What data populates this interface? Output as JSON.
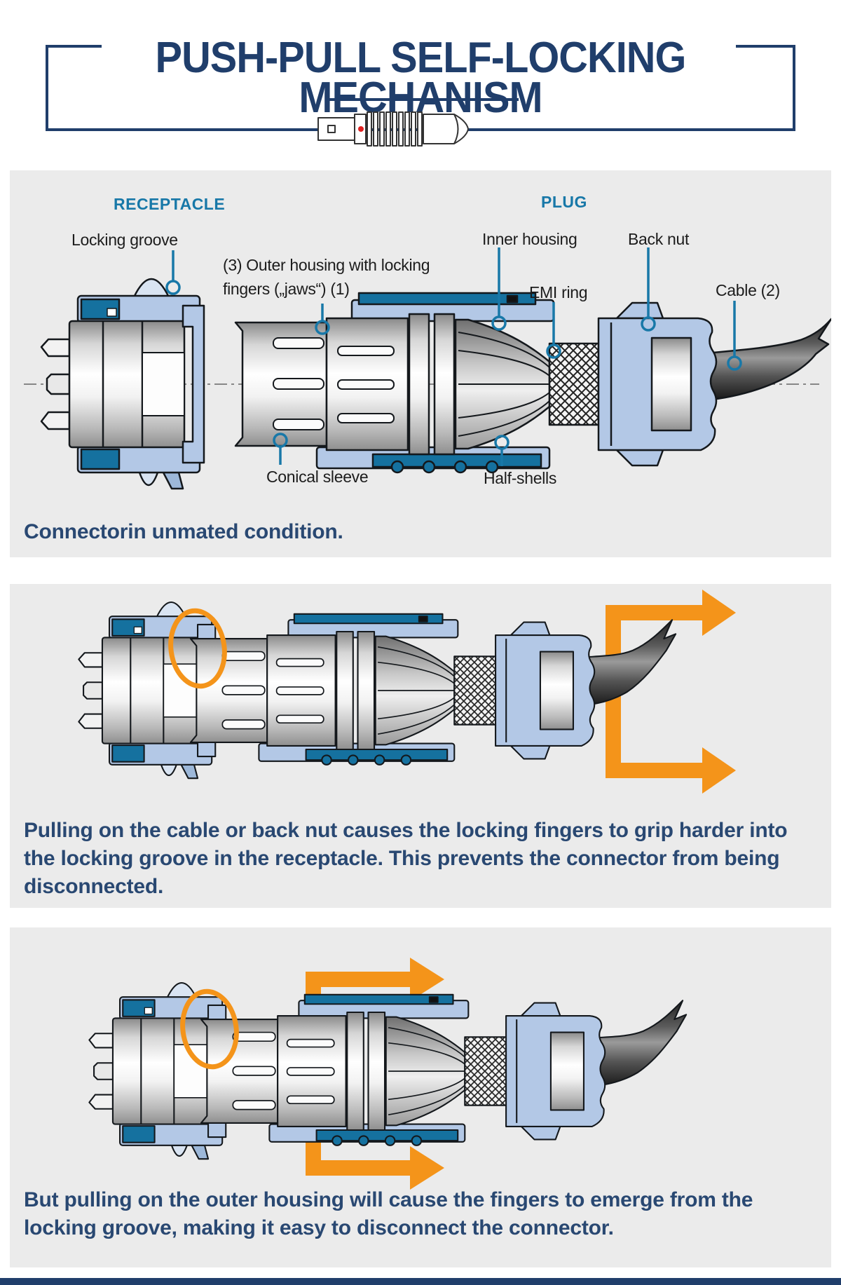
{
  "header": {
    "title_line1": "PUSH-PULL SELF-LOCKING",
    "title_line2": "MECHANISM"
  },
  "panel_unmated": {
    "receptacle_heading": "RECEPTACLE",
    "plug_heading": "PLUG",
    "labels": {
      "locking_groove": "Locking groove",
      "outer_housing_line1": "(3) Outer housing with locking",
      "outer_housing_line2": "fingers („jaws“) (1)",
      "inner_housing": "Inner housing",
      "back_nut": "Back nut",
      "emi_ring": "EMI ring",
      "cable": "Cable (2)",
      "conical_sleeve": "Conical sleeve",
      "half_shells": "Half-shells"
    },
    "caption": "Connectorin unmated condition."
  },
  "panel_pull_cable": {
    "caption": "Pulling on the cable or back nut causes the locking fingers to grip harder into the locking groove in the receptacle. This prevents the connector from being disconnected."
  },
  "panel_pull_housing": {
    "caption": "But pulling on the outer housing will cause the fingers to emerge from the locking groove, making it easy to disconnect the connector."
  },
  "colors": {
    "navy": "#203e6b",
    "caption_navy": "#294872",
    "teal": "#1878a8",
    "part_teal": "#15719f",
    "light_blue": "#b3c8e6",
    "pale_blue": "#d9e4f2",
    "mid_blue": "#9db8d9",
    "orange": "#f4941a",
    "panel_bg": "#ebebeb",
    "label_black": "#1c1c1c",
    "red_dot": "#e02020"
  }
}
